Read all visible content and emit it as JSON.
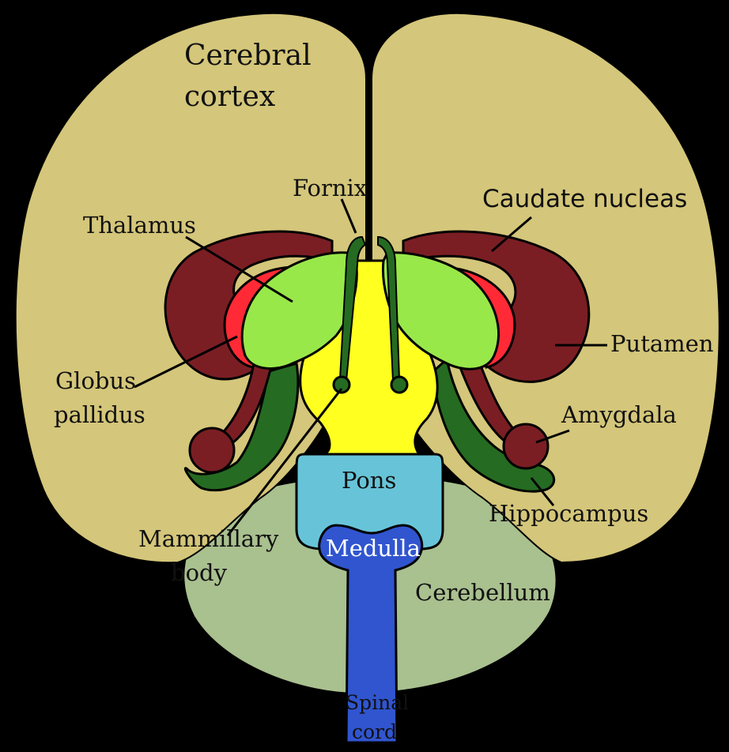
{
  "labels": {
    "cerebral_cortex_1": "Cerebral",
    "cerebral_cortex_2": "cortex",
    "fornix": "Fornix",
    "caudate_nucleus": "Caudate nucleas",
    "thalamus": "Thalamus",
    "putamen": "Putamen",
    "globus_pallidus_1": "Globus",
    "globus_pallidus_2": "pallidus",
    "amygdala": "Amygdala",
    "pons": "Pons",
    "hippocampus": "Hippocampus",
    "mammillary_body_1": "Mammillary",
    "mammillary_body_2": "body",
    "medulla": "Medulla",
    "cerebellum": "Cerebellum",
    "spinal_cord_1": "Spinal",
    "spinal_cord_2": "cord"
  },
  "colors": {
    "background": "#000000",
    "cerebrum": "#d4c67a",
    "cerebellum": "#a9c08f",
    "caudate": "#7a1e24",
    "globus_pallidus": "#ff2a36",
    "thalamus": "#99e84a",
    "fornix": "#256b22",
    "hypothalamus": "#ffff20",
    "pons": "#67c4d8",
    "medulla": "#3055cf"
  }
}
